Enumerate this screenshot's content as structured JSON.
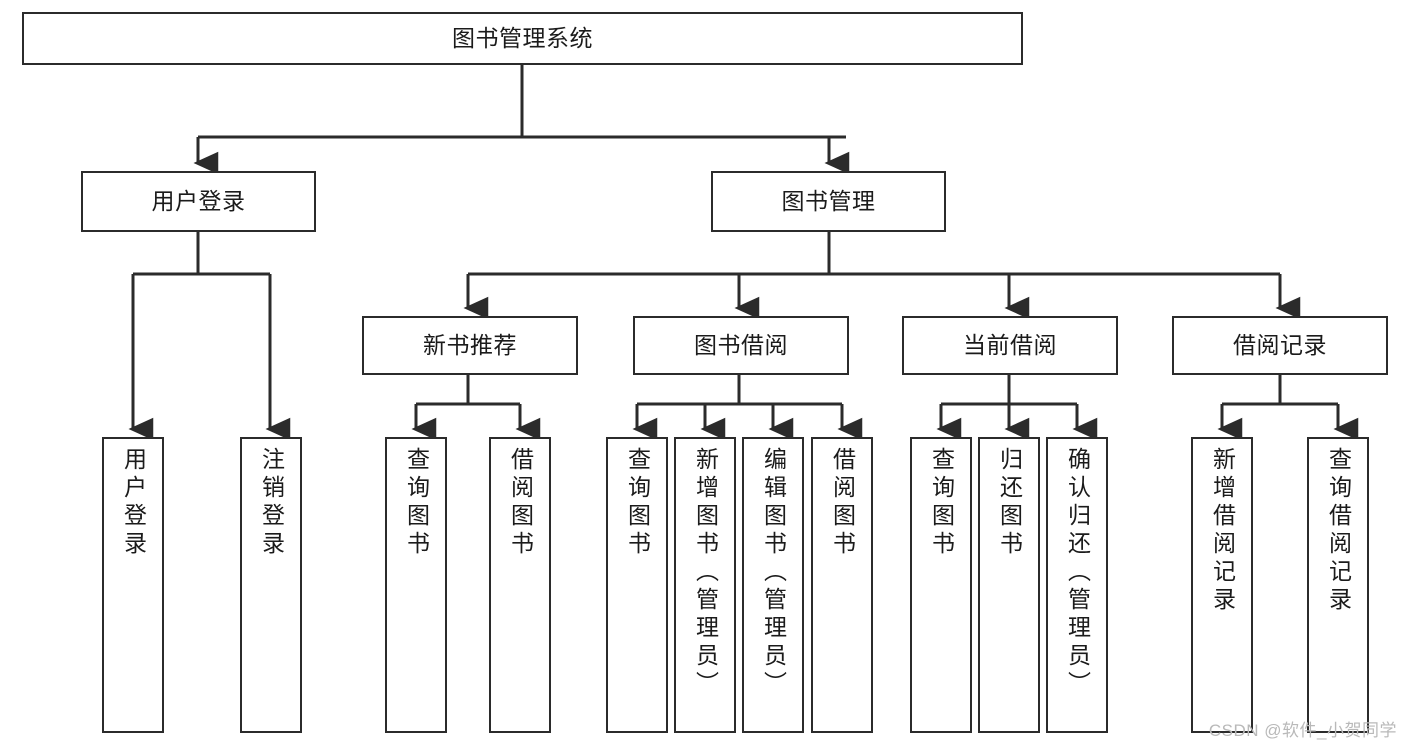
{
  "diagram": {
    "title": "图书管理系统",
    "type": "tree",
    "watermark": "CSDN @软件_小贺同学",
    "colors": {
      "box_border": "#2b2b2b",
      "box_fill": "#ffffff",
      "connector": "#2b2b2b",
      "text": "#1b1b1b",
      "watermark": "#b9b9b9"
    },
    "nodes": {
      "root": {
        "label": "图书管理系统"
      },
      "level2": [
        {
          "label": "用户登录"
        },
        {
          "label": "图书管理"
        }
      ],
      "level3": [
        {
          "label": "新书推荐"
        },
        {
          "label": "图书借阅"
        },
        {
          "label": "当前借阅"
        },
        {
          "label": "借阅记录"
        }
      ],
      "leaves": {
        "user_login": [
          {
            "label": "用户登录"
          },
          {
            "label": "注销登录"
          }
        ],
        "new_book_recommend": [
          {
            "label": "查询图书"
          },
          {
            "label": "借阅图书"
          }
        ],
        "book_borrow": [
          {
            "label": "查询图书"
          },
          {
            "label": "新增图书（管理员）"
          },
          {
            "label": "编辑图书（管理员）"
          },
          {
            "label": "借阅图书"
          }
        ],
        "current_borrow": [
          {
            "label": "查询图书"
          },
          {
            "label": "归还图书"
          },
          {
            "label": "确认归还（管理员）"
          }
        ],
        "borrow_record": [
          {
            "label": "新增借阅记录"
          },
          {
            "label": "查询借阅记录"
          }
        ]
      }
    }
  }
}
